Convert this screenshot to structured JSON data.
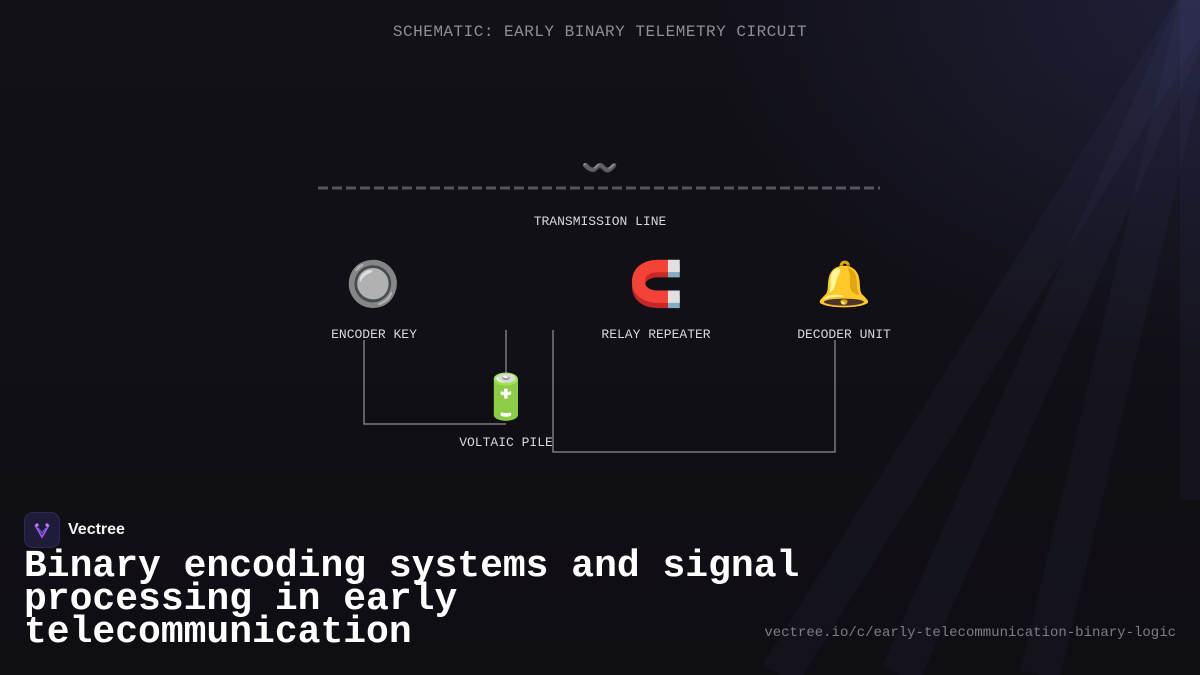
{
  "diagram": {
    "title": "SCHEMATIC: EARLY BINARY TELEMETRY CIRCUIT",
    "transmission": {
      "icon": "〰️",
      "icon_name": "wave-icon",
      "label": "TRANSMISSION LINE"
    },
    "nodes": [
      {
        "id": "encoder",
        "icon": "🔘",
        "icon_name": "radio-button-icon",
        "label": "ENCODER KEY"
      },
      {
        "id": "relay",
        "icon": "🧲",
        "icon_name": "magnet-icon",
        "label": "RELAY REPEATER"
      },
      {
        "id": "decoder",
        "icon": "🔔",
        "icon_name": "bell-icon",
        "label": "DECODER UNIT"
      },
      {
        "id": "battery",
        "icon": "🔋",
        "icon_name": "battery-icon",
        "label": "VOLTAIC PILE"
      }
    ]
  },
  "brand": {
    "name": "Vectree"
  },
  "headline": "Binary encoding systems and signal processing in early telecommunication",
  "url": "vectree.io/c/early-telecommunication-binary-logic",
  "colors": {
    "background": "#0f0e13",
    "wire": "#7a7a7e",
    "dashed_line": "#55555a",
    "logo_bg": "#1f1c3a",
    "logo_accent": "#a855f7"
  }
}
